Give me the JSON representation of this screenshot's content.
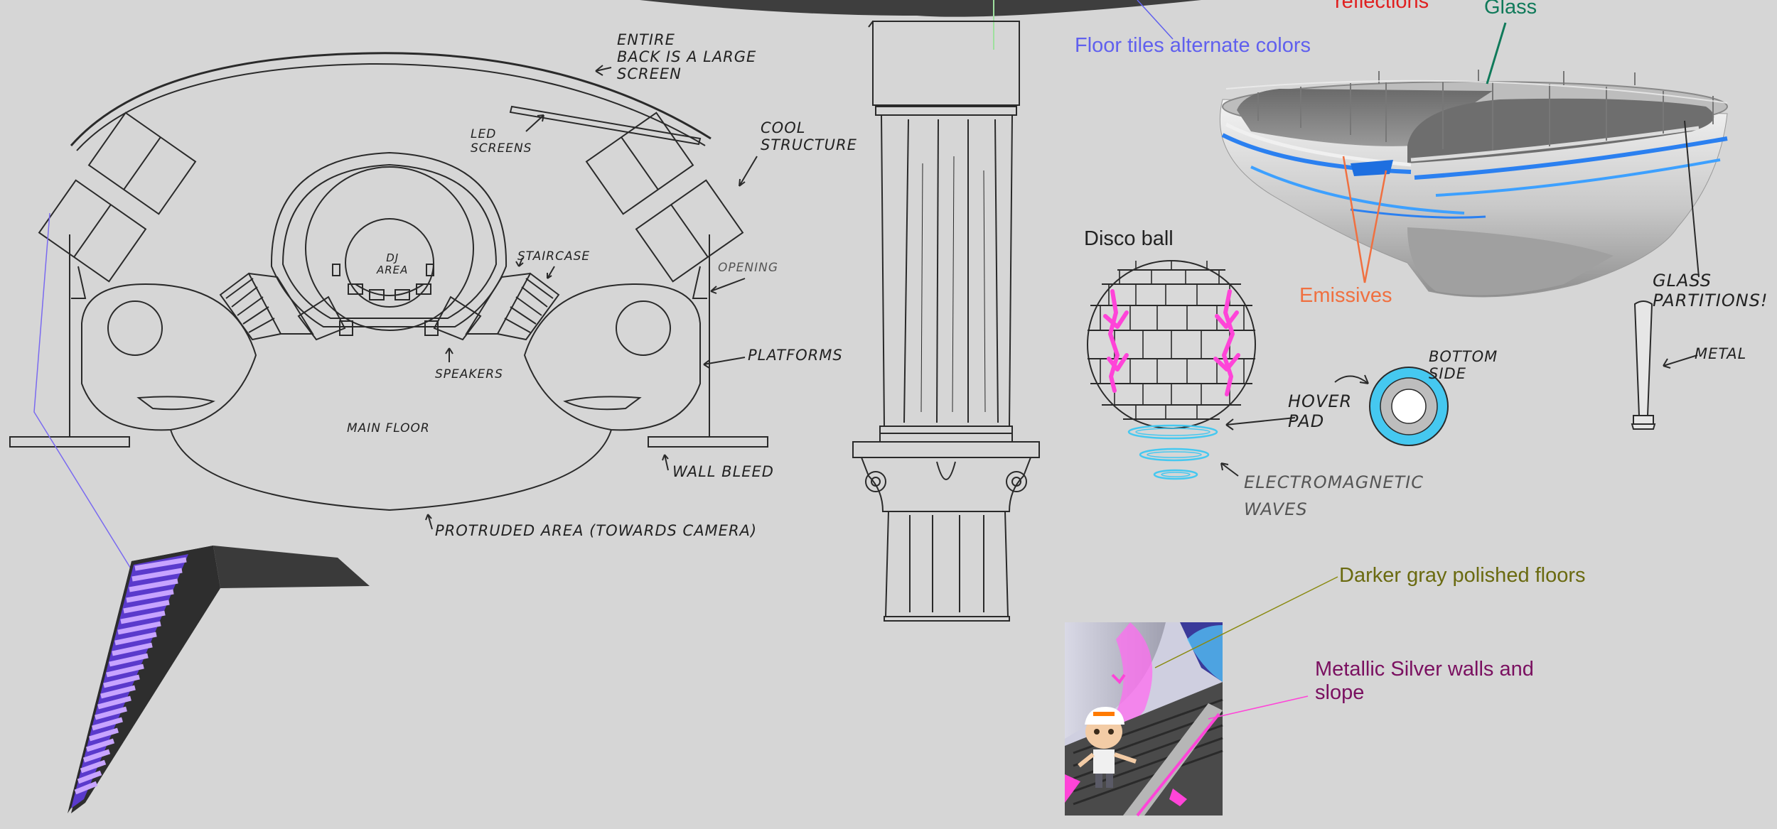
{
  "colors": {
    "background": "#d6d6d6",
    "sketch_line": "#2a2a2a",
    "floor_tiles_label": "#6060ee",
    "reflections_label": "#e02020",
    "glass_label": "#107a5a",
    "emissives_label": "#f07040",
    "disco_pink": "#ff44d8",
    "hover_cyan": "#45c8f0",
    "darker_floor_label": "#6a6a10",
    "metallic_label": "#7a1060",
    "purple_led": "#8a4af0"
  },
  "stage_sketch": {
    "back_screen_note": "ENTIRE\nBACK IS A LARGE\nSCREEN",
    "led_screens": "LED\nSCREENS",
    "cool_structure": "COOL\nSTRUCTURE",
    "dj_area": "DJ\nAREA",
    "staircase": "STAIRCASE",
    "opening": "OPENING",
    "platforms": "PLATFORMS",
    "speakers": "SPEAKERS",
    "main_floor": "MAIN FLOOR",
    "wall_bleed": "WALL BLEED",
    "protruded_area": "PROTRUDED AREA (TOWARDS CAMERA)"
  },
  "annotations": {
    "reflections": "reflections",
    "glass": "Glass",
    "floor_tiles": "Floor tiles alternate colors",
    "emissives": "Emissives",
    "glass_partitions": "GLASS\nPARTITIONS!",
    "metal": "METAL",
    "disco_ball": "Disco ball",
    "hover_pad": "HOVER\nPAD",
    "bottom_side": "BOTTOM\nSIDE",
    "electromagnetic_waves": "ELECTROMAGNETIC\nWAVES",
    "darker_floors": "Darker gray polished floors",
    "metallic_walls": "Metallic Silver walls and\nslope"
  }
}
